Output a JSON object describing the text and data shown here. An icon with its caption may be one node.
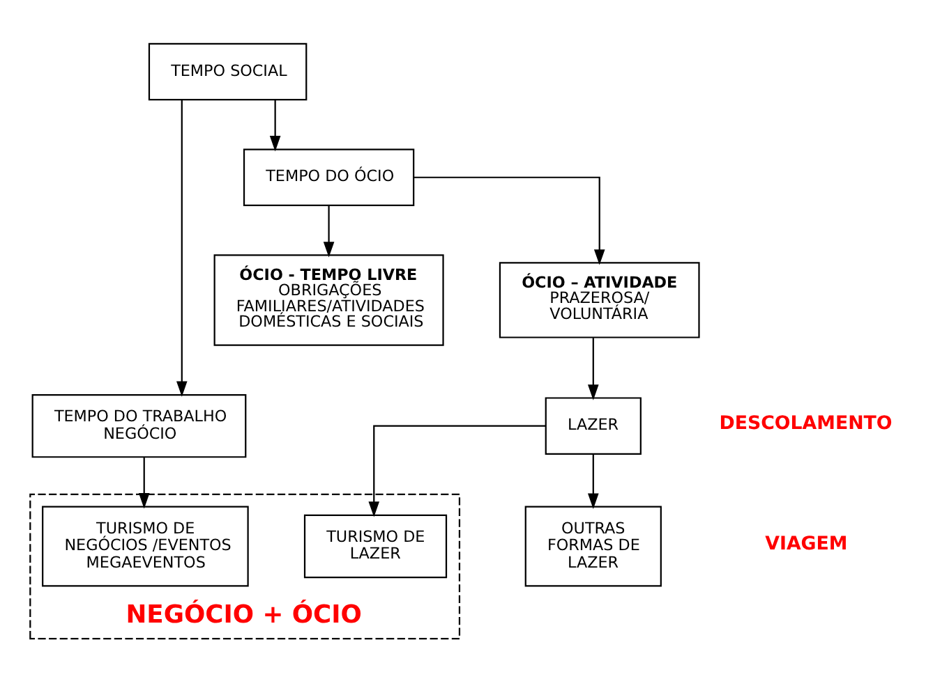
{
  "diagram": {
    "nodes": [
      {
        "text": [
          "TEMPO SOCIAL"
        ]
      },
      {
        "text": [
          "TEMPO DO TRABALHO NEGÓCIO"
        ]
      },
      {
        "text": [
          "TEMPO DO ÓCIO"
        ]
      },
      {
        "text": [
          "ÓCIO - TEMPO LIVRE",
          "OBRIGAÇÕES FAMILIARES/ATIVIDADES DOMÉSTICAS E SOCIAIS"
        ]
      },
      {
        "text": [
          "ÓCIO – ATIVIDADE",
          "PRAZEROSA/ VOLUNTÁRIA"
        ]
      },
      {
        "text": [
          "LAZER"
        ]
      },
      {
        "text": [
          "OUTRAS FORMAS DE LAZER"
        ]
      },
      {
        "text": [
          "NEGÓCIO + ÓCIO"
        ]
      },
      {
        "text": [
          "TURISMO DE NEGÓCIOS /EVENTOS MEGAEVENTOS"
        ],
        "in": 7
      },
      {
        "text": [
          "TURISMO DE LAZER"
        ],
        "in": 7
      }
    ],
    "edges": [
      {
        "from": 0,
        "to": 1,
        "arrow": "to"
      },
      {
        "from": 0,
        "to": 2,
        "arrow": "to"
      },
      {
        "from": 2,
        "to": 3,
        "arrow": "to"
      },
      {
        "from": 2,
        "to": 4,
        "arrow": "to"
      },
      {
        "from": 4,
        "to": 5,
        "arrow": "to"
      },
      {
        "from": 5,
        "to": 6,
        "arrow": "to"
      },
      {
        "from": 5,
        "to": 9,
        "arrow": "to"
      },
      {
        "from": 1,
        "to": 8,
        "arrow": "to"
      }
    ],
    "labels": [
      "DESCOLAMENTO",
      "VIAGEM"
    ]
  }
}
